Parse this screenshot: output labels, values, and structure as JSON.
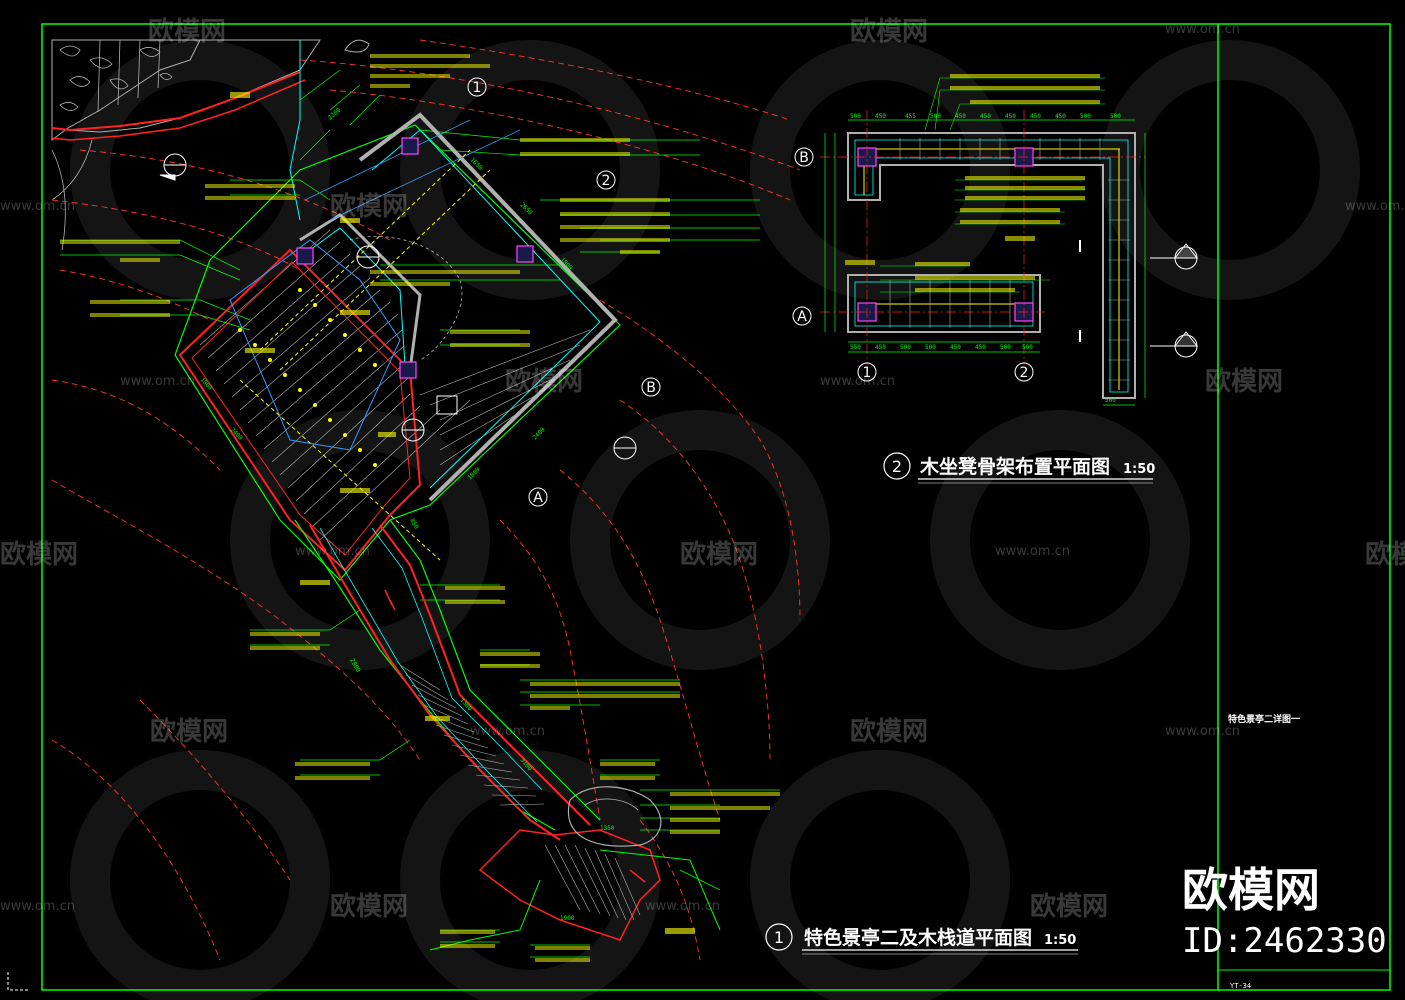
{
  "watermark": {
    "brand": "欧模网",
    "url": "www.om.cn"
  },
  "branding": {
    "logo": "欧模网",
    "id_label": "ID:2462330"
  },
  "plan_main": {
    "number": "1",
    "title": "特色景亭二及木栈道平面图",
    "scale": "1:50"
  },
  "plan_detail": {
    "number": "2",
    "title": "木坐凳骨架布置平面图",
    "scale": "1:50"
  },
  "axes": {
    "a": "A",
    "b": "B",
    "one": "1",
    "two": "2"
  },
  "sheet": {
    "title_block_text": "特色景亭二详图一",
    "drawing_number": "YT-34"
  },
  "colors": {
    "frame": "#00ff00",
    "contour": "#ff2222",
    "dimension": "#00ff00",
    "annotation": "#ffff00",
    "structure": "#3399ff",
    "cyan": "#00ffff",
    "magenta": "#ff44ff",
    "grey": "#b0b0b0",
    "background": "#000000"
  }
}
